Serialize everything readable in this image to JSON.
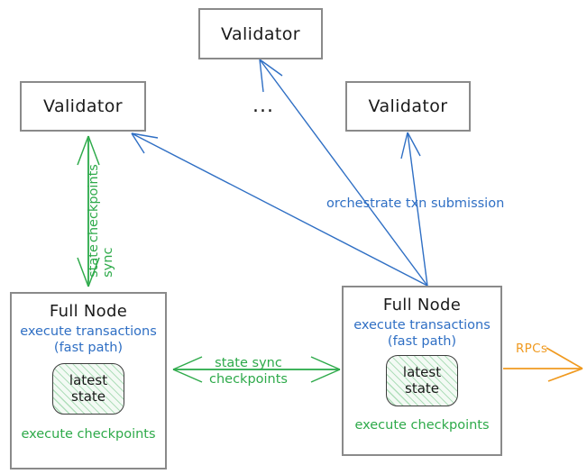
{
  "diagram": {
    "title": "Sui network topology: validators and full nodes",
    "colors": {
      "box_border": "#8a8a8a",
      "text": "#1a1a1a",
      "blue": "#2f6fc4",
      "green": "#2eaa4a",
      "orange": "#f09a20",
      "state_fill": "#f3faf4"
    },
    "nodes": {
      "validator_top": {
        "label": "Validator"
      },
      "validator_left": {
        "label": "Validator"
      },
      "validator_right": {
        "label": "Validator"
      },
      "ellipsis": {
        "label": "..."
      },
      "fullnode_left": {
        "title": "Full Node",
        "subtitle_line1": "execute transactions",
        "subtitle_line2": "(fast path)",
        "state_line1": "latest",
        "state_line2": "state",
        "footer": "execute checkpoints"
      },
      "fullnode_right": {
        "title": "Full Node",
        "subtitle_line1": "execute transactions",
        "subtitle_line2": "(fast path)",
        "state_line1": "latest",
        "state_line2": "state",
        "footer": "execute checkpoints"
      }
    },
    "edges": {
      "vertical_state_sync": {
        "label_line1": "state sync",
        "label_line2": "checkpoints",
        "color": "#2eaa4a",
        "direction": "bidirectional"
      },
      "horizontal_state_sync": {
        "label_line1": "state sync",
        "label_line2": "checkpoints",
        "color": "#2eaa4a",
        "direction": "bidirectional"
      },
      "orchestrate": {
        "label": "orchestrate txn submission",
        "color": "#2f6fc4",
        "direction": "fullnode-to-validators"
      },
      "rpcs": {
        "label": "RPCs",
        "color": "#f09a20",
        "direction": "outbound"
      }
    }
  }
}
